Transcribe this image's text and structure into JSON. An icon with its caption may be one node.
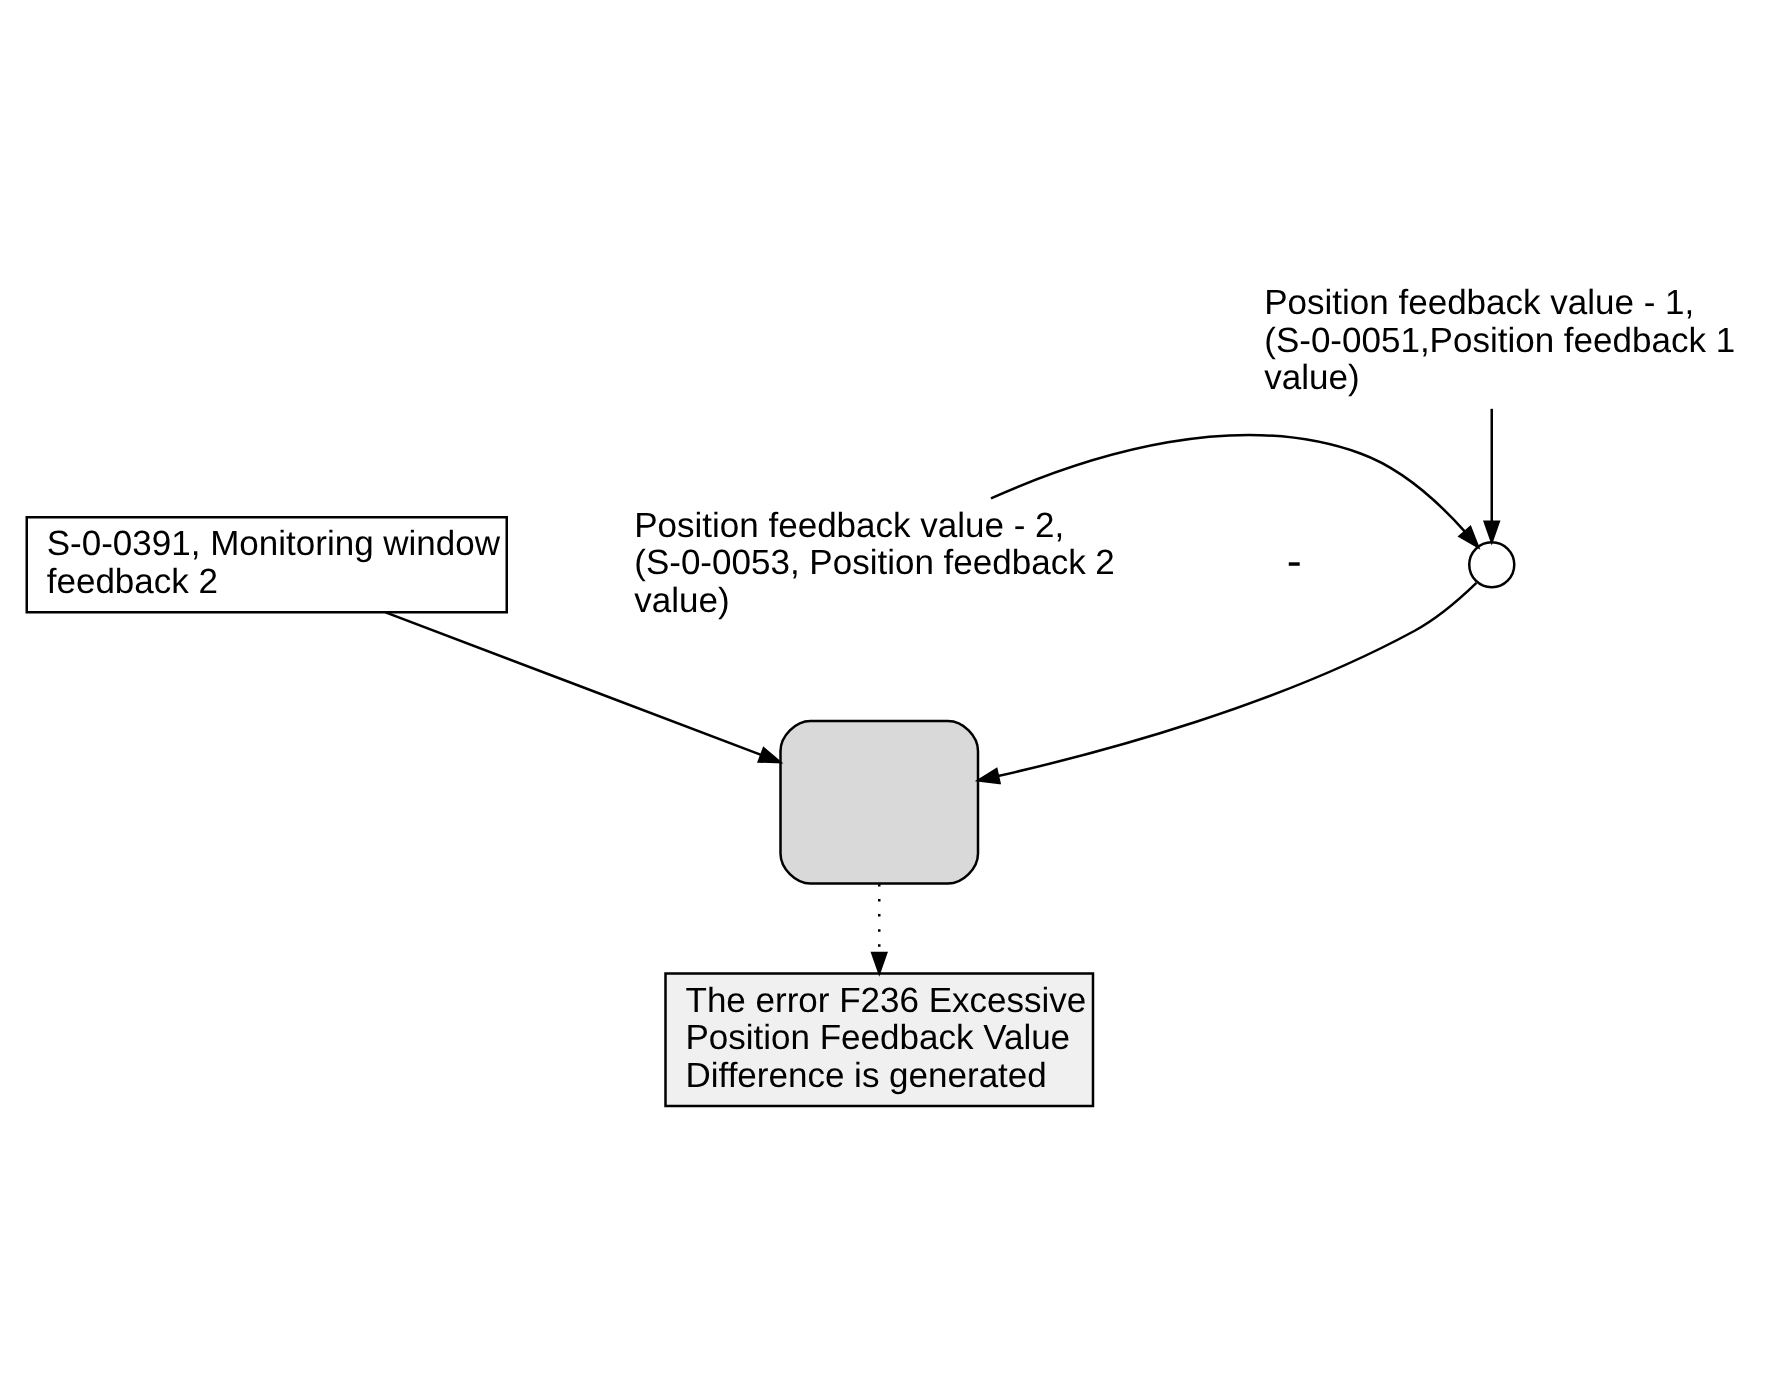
{
  "diagram": {
    "nodes": [
      {
        "text": [
          "Position feedback value - 1, (S-0-0051,Position feedback 1 value)"
        ]
      },
      {
        "text": [
          "Position feedback value - 2, (S-0-0053, Position feedback 2 value)"
        ]
      },
      {
        "text": [],
        "shape": "circle"
      },
      {
        "text": [
          "S-0-0391, Monitoring window feedback 2"
        ]
      },
      {
        "text": [],
        "shape": "box"
      },
      {
        "text": [
          "The error F236 Excessive Position Feedback Value Difference is generated"
        ]
      }
    ],
    "edges": [
      {
        "from": 0,
        "to": 2,
        "arrow": "to"
      },
      {
        "from": 1,
        "to": 2,
        "arrow": "to"
      },
      {
        "from": 2,
        "to": 4,
        "arrow": "to"
      },
      {
        "from": 3,
        "to": 4,
        "arrow": "to"
      },
      {
        "from": 4,
        "to": 5,
        "arrow": "to",
        "style": "dashed"
      }
    ],
    "labels": [
      "-"
    ]
  }
}
